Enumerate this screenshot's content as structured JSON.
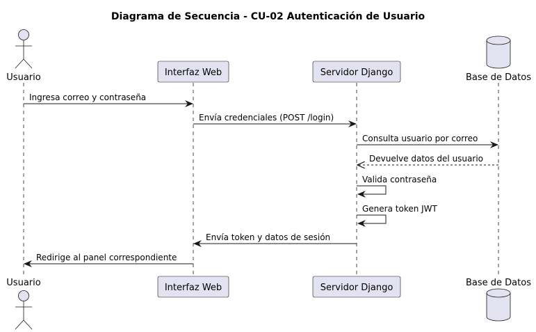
{
  "title": "Diagrama de Secuencia - CU-02 Autenticación de Usuario",
  "participants": [
    {
      "id": "usuario",
      "label": "Usuario",
      "kind": "actor"
    },
    {
      "id": "web",
      "label": "Interfaz Web",
      "kind": "participant"
    },
    {
      "id": "django",
      "label": "Servidor Django",
      "kind": "participant"
    },
    {
      "id": "db",
      "label": "Base de Datos",
      "kind": "database"
    }
  ],
  "messages": [
    {
      "from": "usuario",
      "to": "web",
      "text": "Ingresa correo y contraseña",
      "style": "sync"
    },
    {
      "from": "web",
      "to": "django",
      "text": "Envía credenciales (POST /login)",
      "style": "sync"
    },
    {
      "from": "django",
      "to": "db",
      "text": "Consulta usuario por correo",
      "style": "sync"
    },
    {
      "from": "db",
      "to": "django",
      "text": "Devuelve datos del usuario",
      "style": "return"
    },
    {
      "from": "django",
      "to": "django",
      "text": "Valida contraseña",
      "style": "self"
    },
    {
      "from": "django",
      "to": "django",
      "text": "Genera token JWT",
      "style": "self"
    },
    {
      "from": "django",
      "to": "web",
      "text": "Envía token y datos de sesión",
      "style": "sync"
    },
    {
      "from": "web",
      "to": "usuario",
      "text": "Redirige al panel correspondiente",
      "style": "sync"
    }
  ],
  "colors": {
    "participant_fill": "#E2E2F0",
    "participant_stroke": "#181818",
    "lifeline": "#181818",
    "arrow": "#181818"
  }
}
